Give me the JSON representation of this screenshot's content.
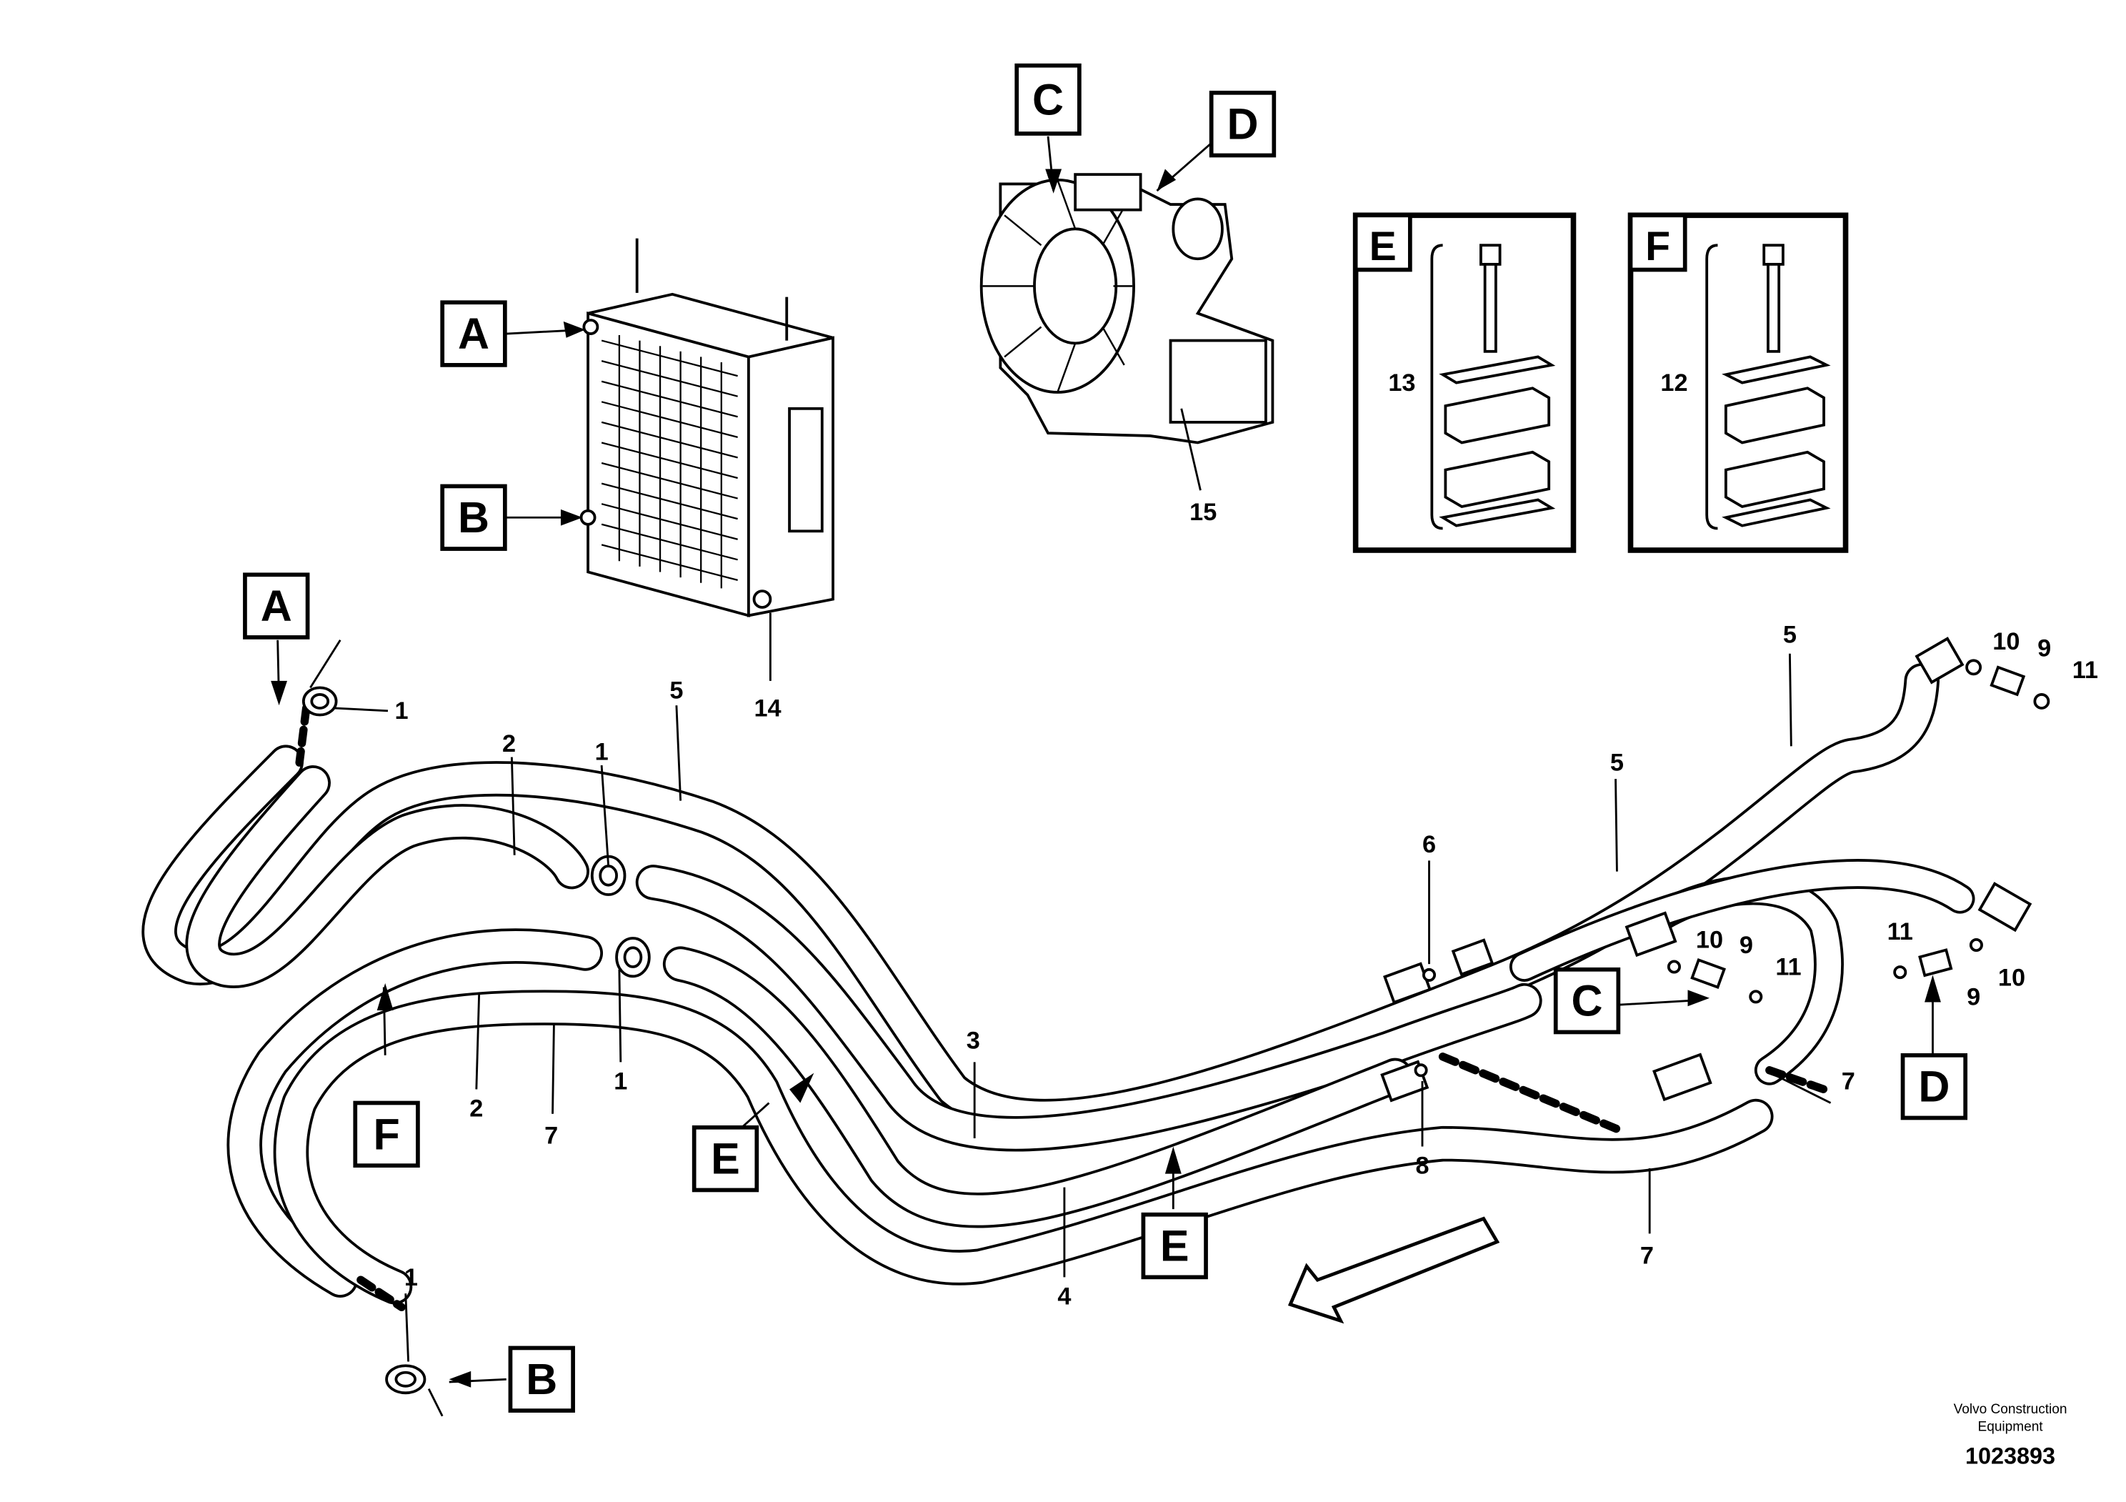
{
  "callouts": {
    "c1a": "1",
    "c1b": "1",
    "c1c": "1",
    "c1d": "1",
    "c2a": "2",
    "c2b": "2",
    "c3": "3",
    "c4": "4",
    "c5a": "5",
    "c5b": "5",
    "c5c": "5",
    "c6": "6",
    "c7a": "7",
    "c7b": "7",
    "c7c": "7",
    "c8": "8",
    "c9a": "9",
    "c9b": "9",
    "c9c": "9",
    "c10a": "10",
    "c10b": "10",
    "c10c": "10",
    "c11a": "11",
    "c11b": "11",
    "c11c": "11",
    "c12": "12",
    "c13": "13",
    "c14": "14",
    "c15": "15"
  },
  "letters": {
    "A1": "A",
    "A2": "A",
    "B1": "B",
    "B2": "B",
    "C1": "C",
    "C2": "C",
    "D1": "D",
    "D2": "D",
    "E1": "E",
    "E2": "E",
    "E3": "E",
    "F1": "F",
    "F2": "F"
  },
  "footer": {
    "brand_line1": "Volvo Construction",
    "brand_line2": "Equipment",
    "drawing_number": "1023893"
  }
}
